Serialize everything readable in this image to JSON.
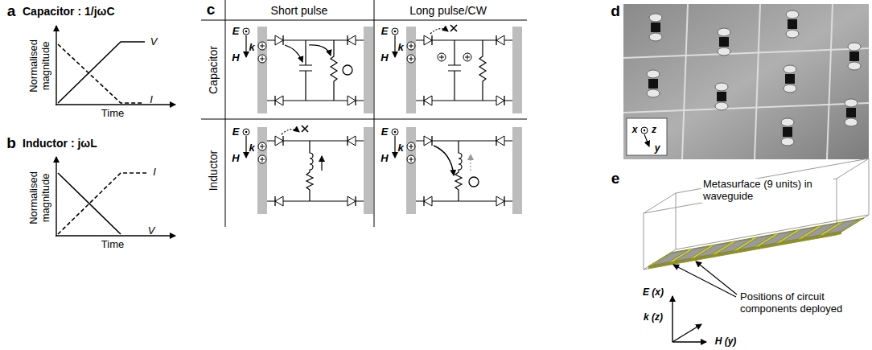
{
  "diagram": {
    "labels": [
      "a",
      "Capacitor : 1/jωC",
      "Normalised magnitude",
      "Time",
      "V",
      "I",
      "b",
      "Inductor : jωL",
      "Normalised magnitude",
      "Time",
      "I",
      "V",
      "c",
      "Short pulse",
      "Long pulse/CW",
      "Capacitor",
      "Inductor",
      "E",
      "k",
      "H",
      "E",
      "k",
      "H",
      "E",
      "k",
      "H",
      "E",
      "k",
      "H",
      "d",
      "x",
      "z",
      "y",
      "e",
      "Metasurface (9 units) in waveguide",
      "Positions of circuit components deployed",
      "E (x)",
      "k (z)",
      "H (y)"
    ]
  }
}
